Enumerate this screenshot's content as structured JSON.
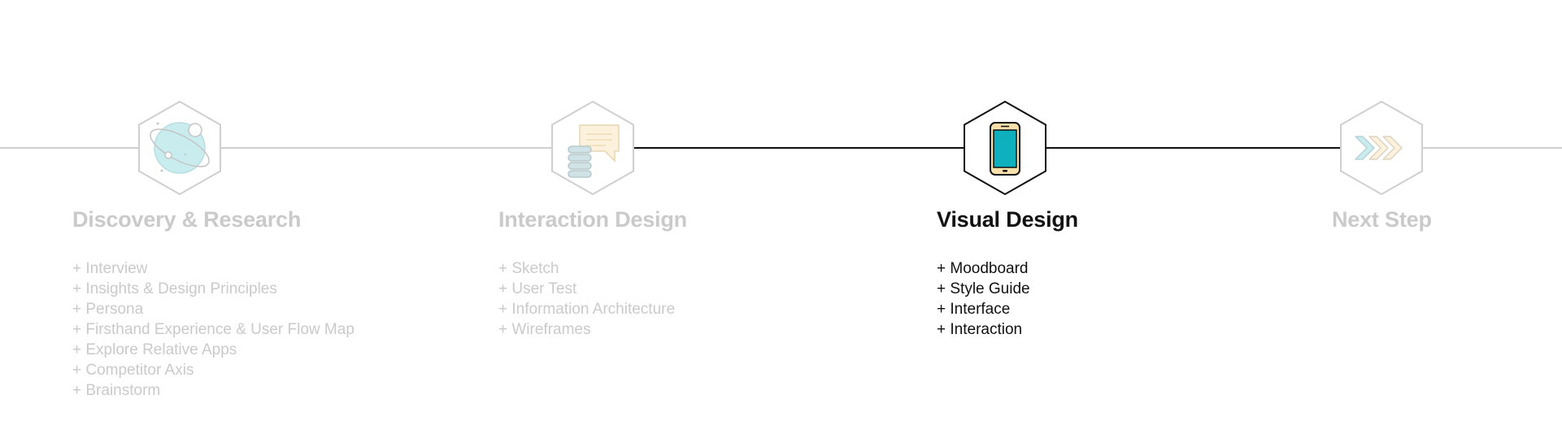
{
  "stages": [
    {
      "id": "discovery",
      "title": "Discovery & Research",
      "state": "inactive",
      "icon": "planet-icon",
      "items": [
        "+ Interview",
        "+ Insights & Design Principles",
        "+ Persona",
        "+ Firsthand Experience & User Flow Map",
        "+ Explore Relative Apps",
        "+ Competitor Axis",
        "+ Brainstorm"
      ]
    },
    {
      "id": "interaction",
      "title": "Interaction Design",
      "state": "inactive",
      "icon": "chat-stack-icon",
      "items": [
        "+ Sketch",
        "+ User Test",
        "+ Information Architecture",
        "+ Wireframes"
      ]
    },
    {
      "id": "visual",
      "title": "Visual Design",
      "state": "active",
      "icon": "smartphone-icon",
      "items": [
        "+ Moodboard",
        "+ Style Guide",
        "+ Interface",
        "+ Interaction"
      ]
    },
    {
      "id": "next",
      "title": "Next Step",
      "state": "inactive",
      "icon": "chevrons-right-icon",
      "items": []
    }
  ],
  "colors": {
    "active": "#111111",
    "inactive": "#cacaca",
    "inactive_line": "#cfcfcf",
    "teal": "#0fb0bd",
    "teal_light": "#c9ecef",
    "cream": "#f9dfa9",
    "cream_light": "#fbf1dc"
  }
}
